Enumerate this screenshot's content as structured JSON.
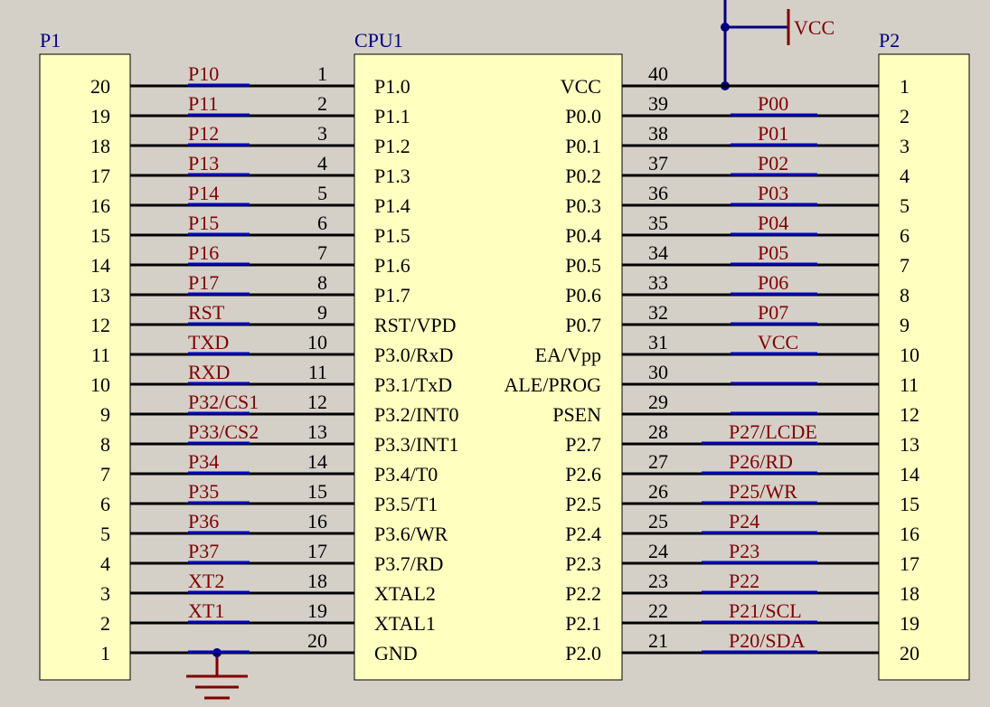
{
  "colors": {
    "background": "#d4d0c8",
    "component_fill": "#ffffc0",
    "wire": "#000000",
    "net_label_line": "#0000c0",
    "net_label_text": "#800000",
    "designator_text": "#000080",
    "pin_text": "#000000",
    "junction": "#000080",
    "power_symbol": "#800000"
  },
  "icons": [
    "ground-icon",
    "vcc-power-icon",
    "junction-dot-icon"
  ],
  "components": {
    "p1": {
      "designator": "P1"
    },
    "cpu": {
      "designator": "CPU1"
    },
    "p2": {
      "designator": "P2"
    }
  },
  "power": {
    "vcc_label": "VCC"
  },
  "left_rows": [
    {
      "p1_pin": "20",
      "net": "P10",
      "cpu_pin": "1",
      "cpu_name": "P1.0"
    },
    {
      "p1_pin": "19",
      "net": "P11",
      "cpu_pin": "2",
      "cpu_name": "P1.1"
    },
    {
      "p1_pin": "18",
      "net": "P12",
      "cpu_pin": "3",
      "cpu_name": "P1.2"
    },
    {
      "p1_pin": "17",
      "net": "P13",
      "cpu_pin": "4",
      "cpu_name": "P1.3"
    },
    {
      "p1_pin": "16",
      "net": "P14",
      "cpu_pin": "5",
      "cpu_name": "P1.4"
    },
    {
      "p1_pin": "15",
      "net": "P15",
      "cpu_pin": "6",
      "cpu_name": "P1.5"
    },
    {
      "p1_pin": "14",
      "net": "P16",
      "cpu_pin": "7",
      "cpu_name": "P1.6"
    },
    {
      "p1_pin": "13",
      "net": "P17",
      "cpu_pin": "8",
      "cpu_name": "P1.7"
    },
    {
      "p1_pin": "12",
      "net": "RST",
      "cpu_pin": "9",
      "cpu_name": "RST/VPD"
    },
    {
      "p1_pin": "11",
      "net": "TXD",
      "cpu_pin": "10",
      "cpu_name": "P3.0/RxD"
    },
    {
      "p1_pin": "10",
      "net": "RXD",
      "cpu_pin": "11",
      "cpu_name": "P3.1/TxD"
    },
    {
      "p1_pin": "9",
      "net": "P32/CS1",
      "cpu_pin": "12",
      "cpu_name": "P3.2/INT0"
    },
    {
      "p1_pin": "8",
      "net": "P33/CS2",
      "cpu_pin": "13",
      "cpu_name": "P3.3/INT1"
    },
    {
      "p1_pin": "7",
      "net": "P34",
      "cpu_pin": "14",
      "cpu_name": "P3.4/T0"
    },
    {
      "p1_pin": "6",
      "net": "P35",
      "cpu_pin": "15",
      "cpu_name": "P3.5/T1"
    },
    {
      "p1_pin": "5",
      "net": "P36",
      "cpu_pin": "16",
      "cpu_name": "P3.6/WR"
    },
    {
      "p1_pin": "4",
      "net": "P37",
      "cpu_pin": "17",
      "cpu_name": "P3.7/RD"
    },
    {
      "p1_pin": "3",
      "net": "XT2",
      "cpu_pin": "18",
      "cpu_name": "XTAL2"
    },
    {
      "p1_pin": "2",
      "net": "XT1",
      "cpu_pin": "19",
      "cpu_name": "XTAL1"
    },
    {
      "p1_pin": "1",
      "net": "",
      "cpu_pin": "20",
      "cpu_name": "GND"
    }
  ],
  "right_rows": [
    {
      "cpu_name": "VCC",
      "cpu_pin": "40",
      "net": "",
      "p2_pin": "1"
    },
    {
      "cpu_name": "P0.0",
      "cpu_pin": "39",
      "net": "P00",
      "p2_pin": "2"
    },
    {
      "cpu_name": "P0.1",
      "cpu_pin": "38",
      "net": "P01",
      "p2_pin": "3"
    },
    {
      "cpu_name": "P0.2",
      "cpu_pin": "37",
      "net": "P02",
      "p2_pin": "4"
    },
    {
      "cpu_name": "P0.3",
      "cpu_pin": "36",
      "net": "P03",
      "p2_pin": "5"
    },
    {
      "cpu_name": "P0.4",
      "cpu_pin": "35",
      "net": "P04",
      "p2_pin": "6"
    },
    {
      "cpu_name": "P0.5",
      "cpu_pin": "34",
      "net": "P05",
      "p2_pin": "7"
    },
    {
      "cpu_name": "P0.6",
      "cpu_pin": "33",
      "net": "P06",
      "p2_pin": "8"
    },
    {
      "cpu_name": "P0.7",
      "cpu_pin": "32",
      "net": "P07",
      "p2_pin": "9"
    },
    {
      "cpu_name": "EA/Vpp",
      "cpu_pin": "31",
      "net": "VCC",
      "p2_pin": "10"
    },
    {
      "cpu_name": "ALE/PROG",
      "cpu_pin": "30",
      "net": "",
      "p2_pin": "11"
    },
    {
      "cpu_name": "PSEN",
      "cpu_pin": "29",
      "net": "",
      "p2_pin": "12"
    },
    {
      "cpu_name": "P2.7",
      "cpu_pin": "28",
      "net": "P27/LCDE",
      "p2_pin": "13"
    },
    {
      "cpu_name": "P2.6",
      "cpu_pin": "27",
      "net": "P26/RD",
      "p2_pin": "14"
    },
    {
      "cpu_name": "P2.5",
      "cpu_pin": "26",
      "net": "P25/WR",
      "p2_pin": "15"
    },
    {
      "cpu_name": "P2.4",
      "cpu_pin": "25",
      "net": "P24",
      "p2_pin": "16"
    },
    {
      "cpu_name": "P2.3",
      "cpu_pin": "24",
      "net": "P23",
      "p2_pin": "17"
    },
    {
      "cpu_name": "P2.2",
      "cpu_pin": "23",
      "net": "P22",
      "p2_pin": "18"
    },
    {
      "cpu_name": "P2.1",
      "cpu_pin": "22",
      "net": "P21/SCL",
      "p2_pin": "19"
    },
    {
      "cpu_name": "P2.0",
      "cpu_pin": "21",
      "net": "P20/SDA",
      "p2_pin": "20"
    }
  ]
}
